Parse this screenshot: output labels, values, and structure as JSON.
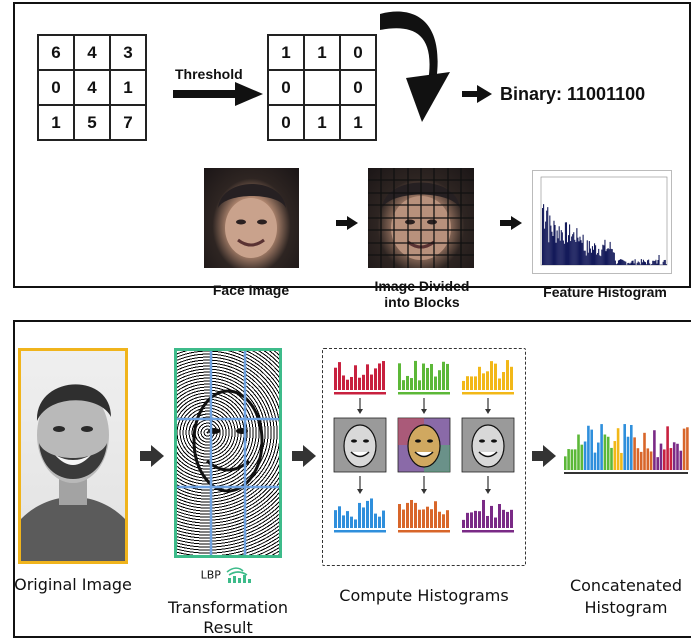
{
  "top": {
    "input_grid": [
      [
        "6",
        "4",
        "3"
      ],
      [
        "0",
        "4",
        "1"
      ],
      [
        "1",
        "5",
        "7"
      ]
    ],
    "threshold_label": "Threshold",
    "binary_grid": [
      [
        "1",
        "1",
        "0"
      ],
      [
        "0",
        "",
        "0"
      ],
      [
        "0",
        "1",
        "1"
      ]
    ],
    "binary_text": "Binary: 11001100",
    "face_label": "Face Image",
    "blocks_label_1": "Image Divided",
    "blocks_label_2": "into Blocks",
    "histogram_label": "Feature Histogram"
  },
  "bottom": {
    "original_label": "Original Image",
    "lbp_logo_text": "LBP",
    "transform_label_1": "Transformation",
    "transform_label_2": "Result",
    "compute_label": "Compute Histograms",
    "concat_label_1": "Concatenated",
    "concat_label_2": "Histogram"
  },
  "colors": {
    "original_frame": "#f0b41c",
    "lbp_frame": "#3dbb8a",
    "grid_lines": "#6fa2e0",
    "hist_red": "#c8213f",
    "hist_green": "#5cb838",
    "hist_yellow": "#f2b818",
    "hist_blue": "#2f8fdc",
    "hist_orange": "#d8662a",
    "hist_purple": "#7a2a86",
    "feature_hist": "#141a5a"
  }
}
